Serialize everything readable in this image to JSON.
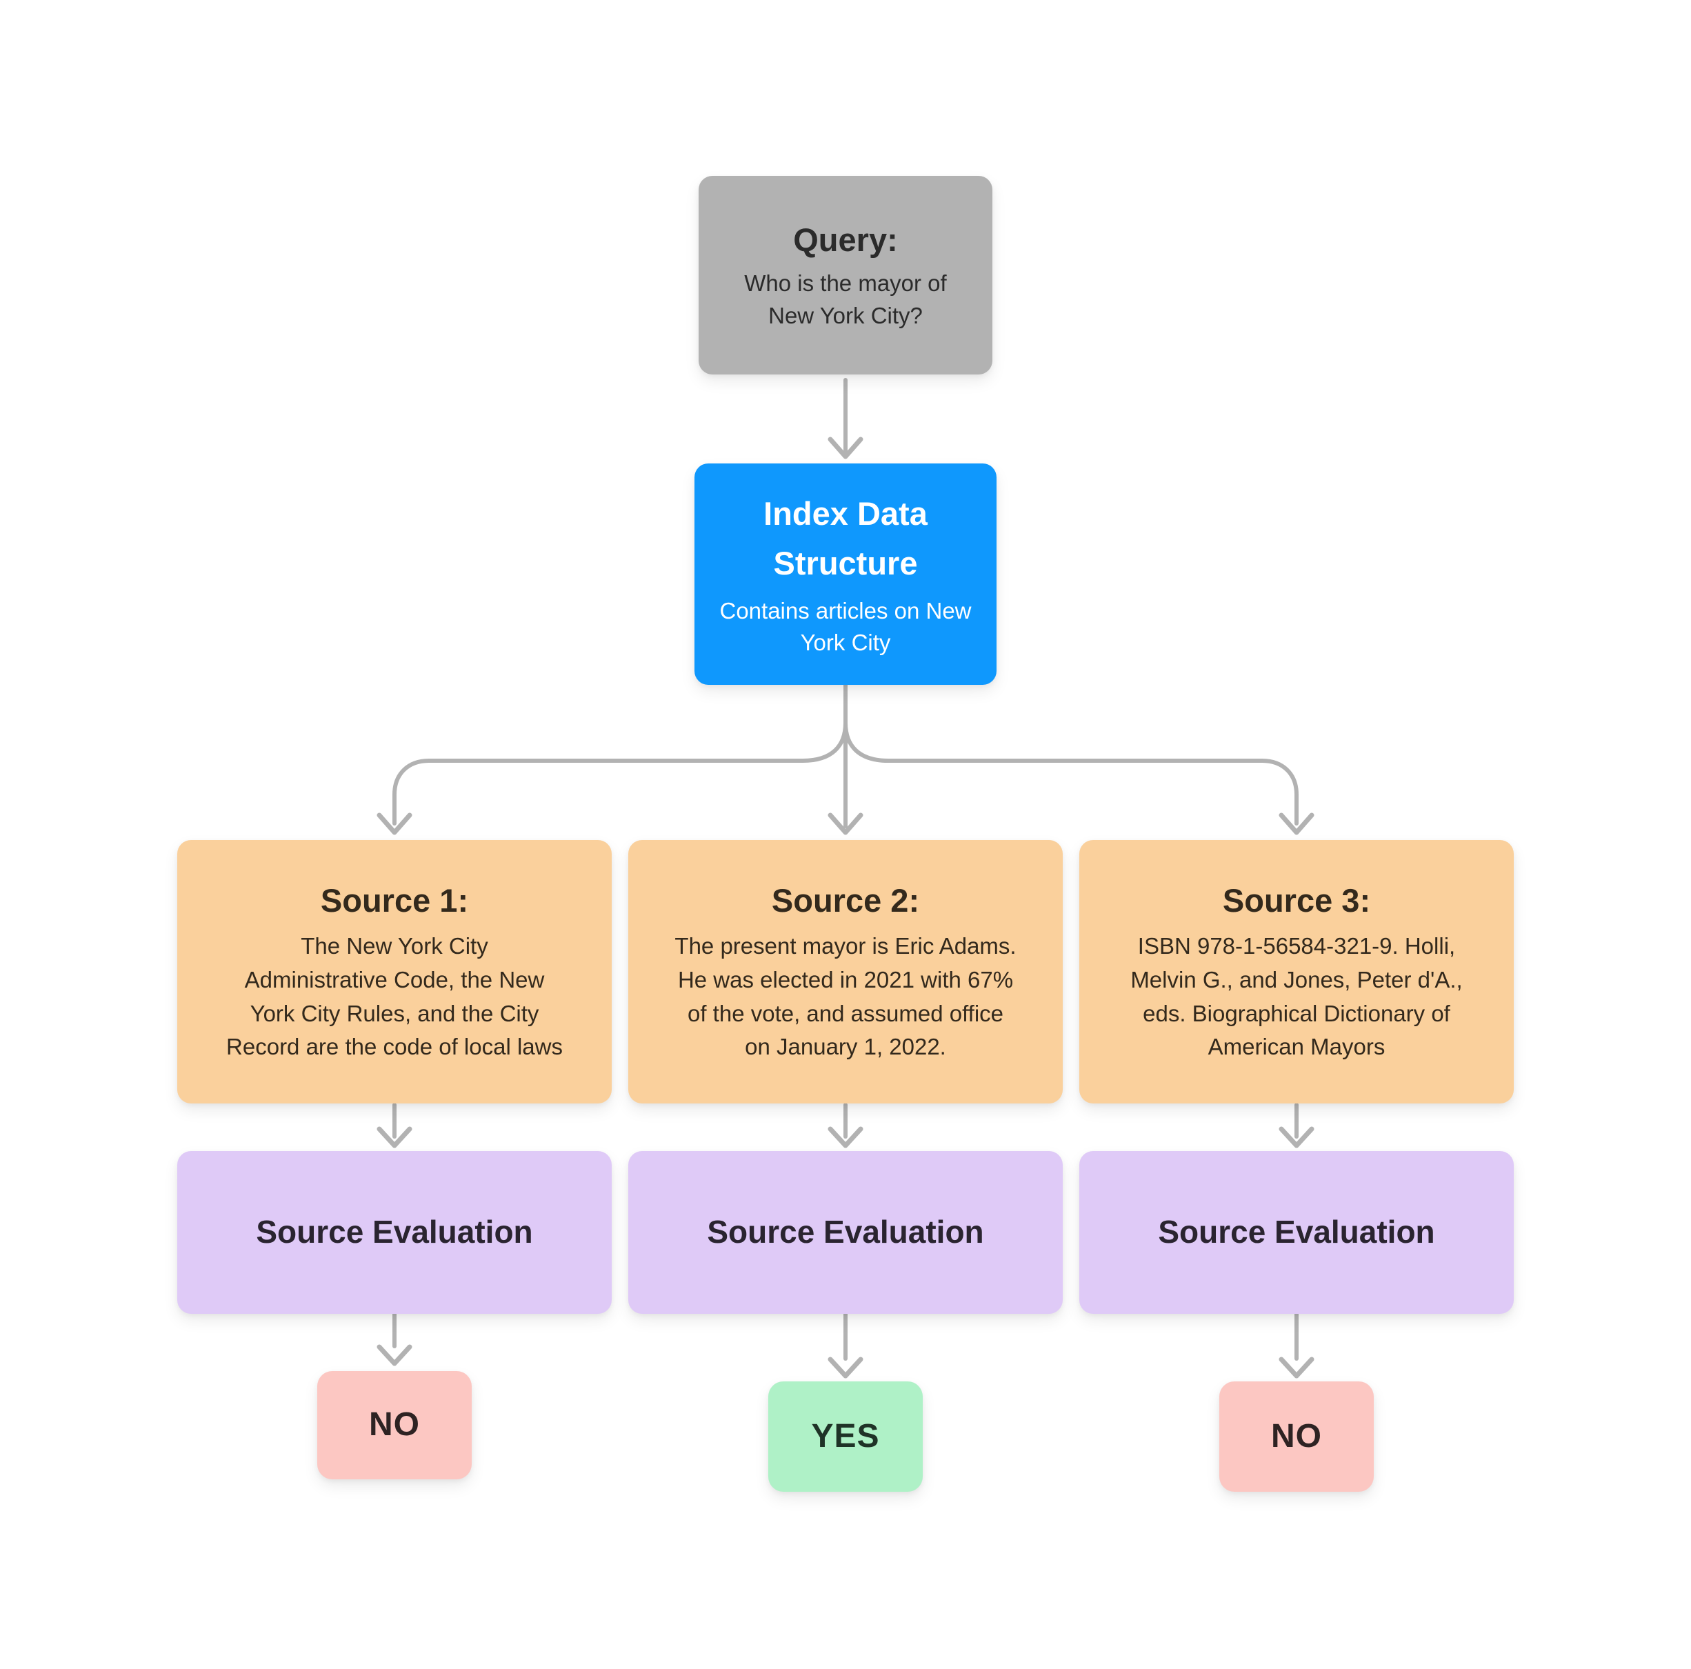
{
  "colors": {
    "background": "#ffffff",
    "query_box": "#b2b2b2",
    "index_box": "#0f98fd",
    "source_box": "#fad09c",
    "evaluation_box": "#dfcaf7",
    "no_box": "#fcc7c2",
    "yes_box": "#aff1c7",
    "connector": "#b2b2b2",
    "dark_text": "#2b2b2b",
    "index_text": "#ffffff"
  },
  "nodes": {
    "query": {
      "title": "Query:",
      "body": "Who is the mayor of\nNew York City?"
    },
    "index": {
      "title": "Index Data\nStructure",
      "body": "Contains articles on New\nYork City"
    },
    "sources": [
      {
        "title": "Source 1:",
        "body": "The New York City\nAdministrative Code, the New\nYork City Rules, and the City\nRecord are the code of local laws"
      },
      {
        "title": "Source 2:",
        "body": "The present mayor is Eric Adams.\nHe was elected in 2021 with 67%\nof the vote, and assumed office\non January 1, 2022."
      },
      {
        "title": "Source 3:",
        "body": "ISBN 978-1-56584-321-9. Holli,\nMelvin G., and Jones, Peter d'A.,\neds. Biographical Dictionary of\nAmerican Mayors"
      }
    ],
    "evaluations": [
      {
        "label": "Source Evaluation"
      },
      {
        "label": "Source Evaluation"
      },
      {
        "label": "Source Evaluation"
      }
    ],
    "results": [
      {
        "label": "NO"
      },
      {
        "label": "YES"
      },
      {
        "label": "NO"
      }
    ]
  }
}
